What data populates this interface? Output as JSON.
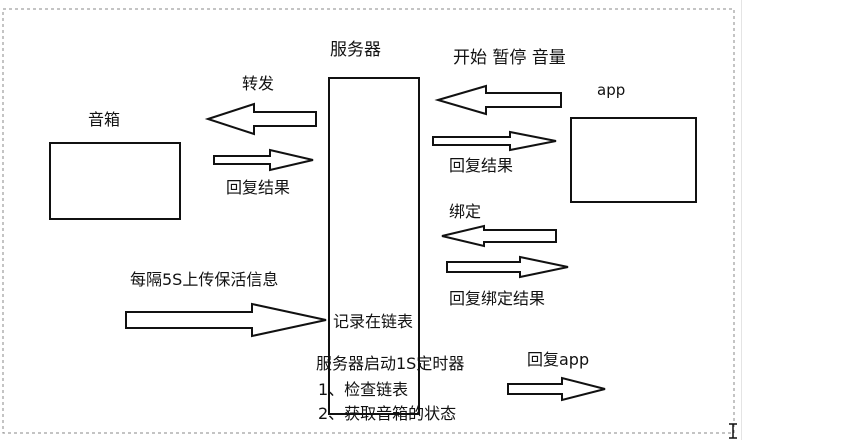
{
  "diagram": {
    "server_label": "服务器",
    "speaker_label": "音箱",
    "app_label": "app",
    "app_commands": "开始  暂停  音量",
    "forward_label": "转发",
    "speaker_reply": "回复结果",
    "app_reply_result": "回复结果",
    "bind_label": "绑定",
    "bind_reply": "回复绑定结果",
    "heartbeat_label": "每隔5S上传保活信息",
    "record_label": "记录在链表",
    "timer_title": "服务器启动1S定时器",
    "timer_steps": [
      "1、检查链表",
      "2、获取音箱的状态"
    ],
    "reply_app_label": "回复app"
  },
  "colors": {
    "stroke": "#111111",
    "dashed_border": "#888888",
    "background": "#ffffff"
  }
}
